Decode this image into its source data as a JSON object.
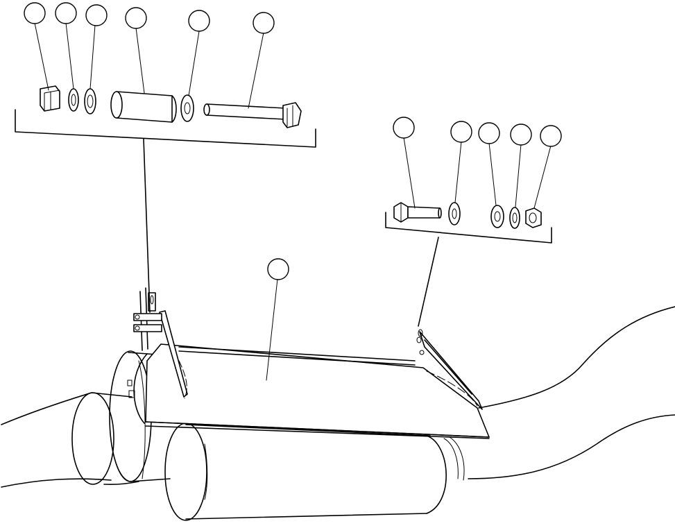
{
  "diagram": {
    "callouts": [
      {
        "id": "callout-1",
        "label": ""
      },
      {
        "id": "callout-2",
        "label": ""
      },
      {
        "id": "callout-3",
        "label": ""
      },
      {
        "id": "callout-4",
        "label": ""
      },
      {
        "id": "callout-5",
        "label": ""
      },
      {
        "id": "callout-6",
        "label": ""
      },
      {
        "id": "callout-7",
        "label": ""
      },
      {
        "id": "callout-8",
        "label": ""
      },
      {
        "id": "callout-9",
        "label": ""
      },
      {
        "id": "callout-10",
        "label": ""
      },
      {
        "id": "callout-11",
        "label": ""
      },
      {
        "id": "callout-12",
        "label": ""
      }
    ],
    "parts": [
      "nut",
      "lock-washer",
      "flat-washer",
      "spacer-sleeve",
      "flat-washer",
      "bolt",
      "bolt",
      "flat-washer",
      "flat-washer",
      "lock-washer",
      "nut",
      "muffler-heat-shield"
    ],
    "line_color": "#000000",
    "background": "#ffffff"
  }
}
